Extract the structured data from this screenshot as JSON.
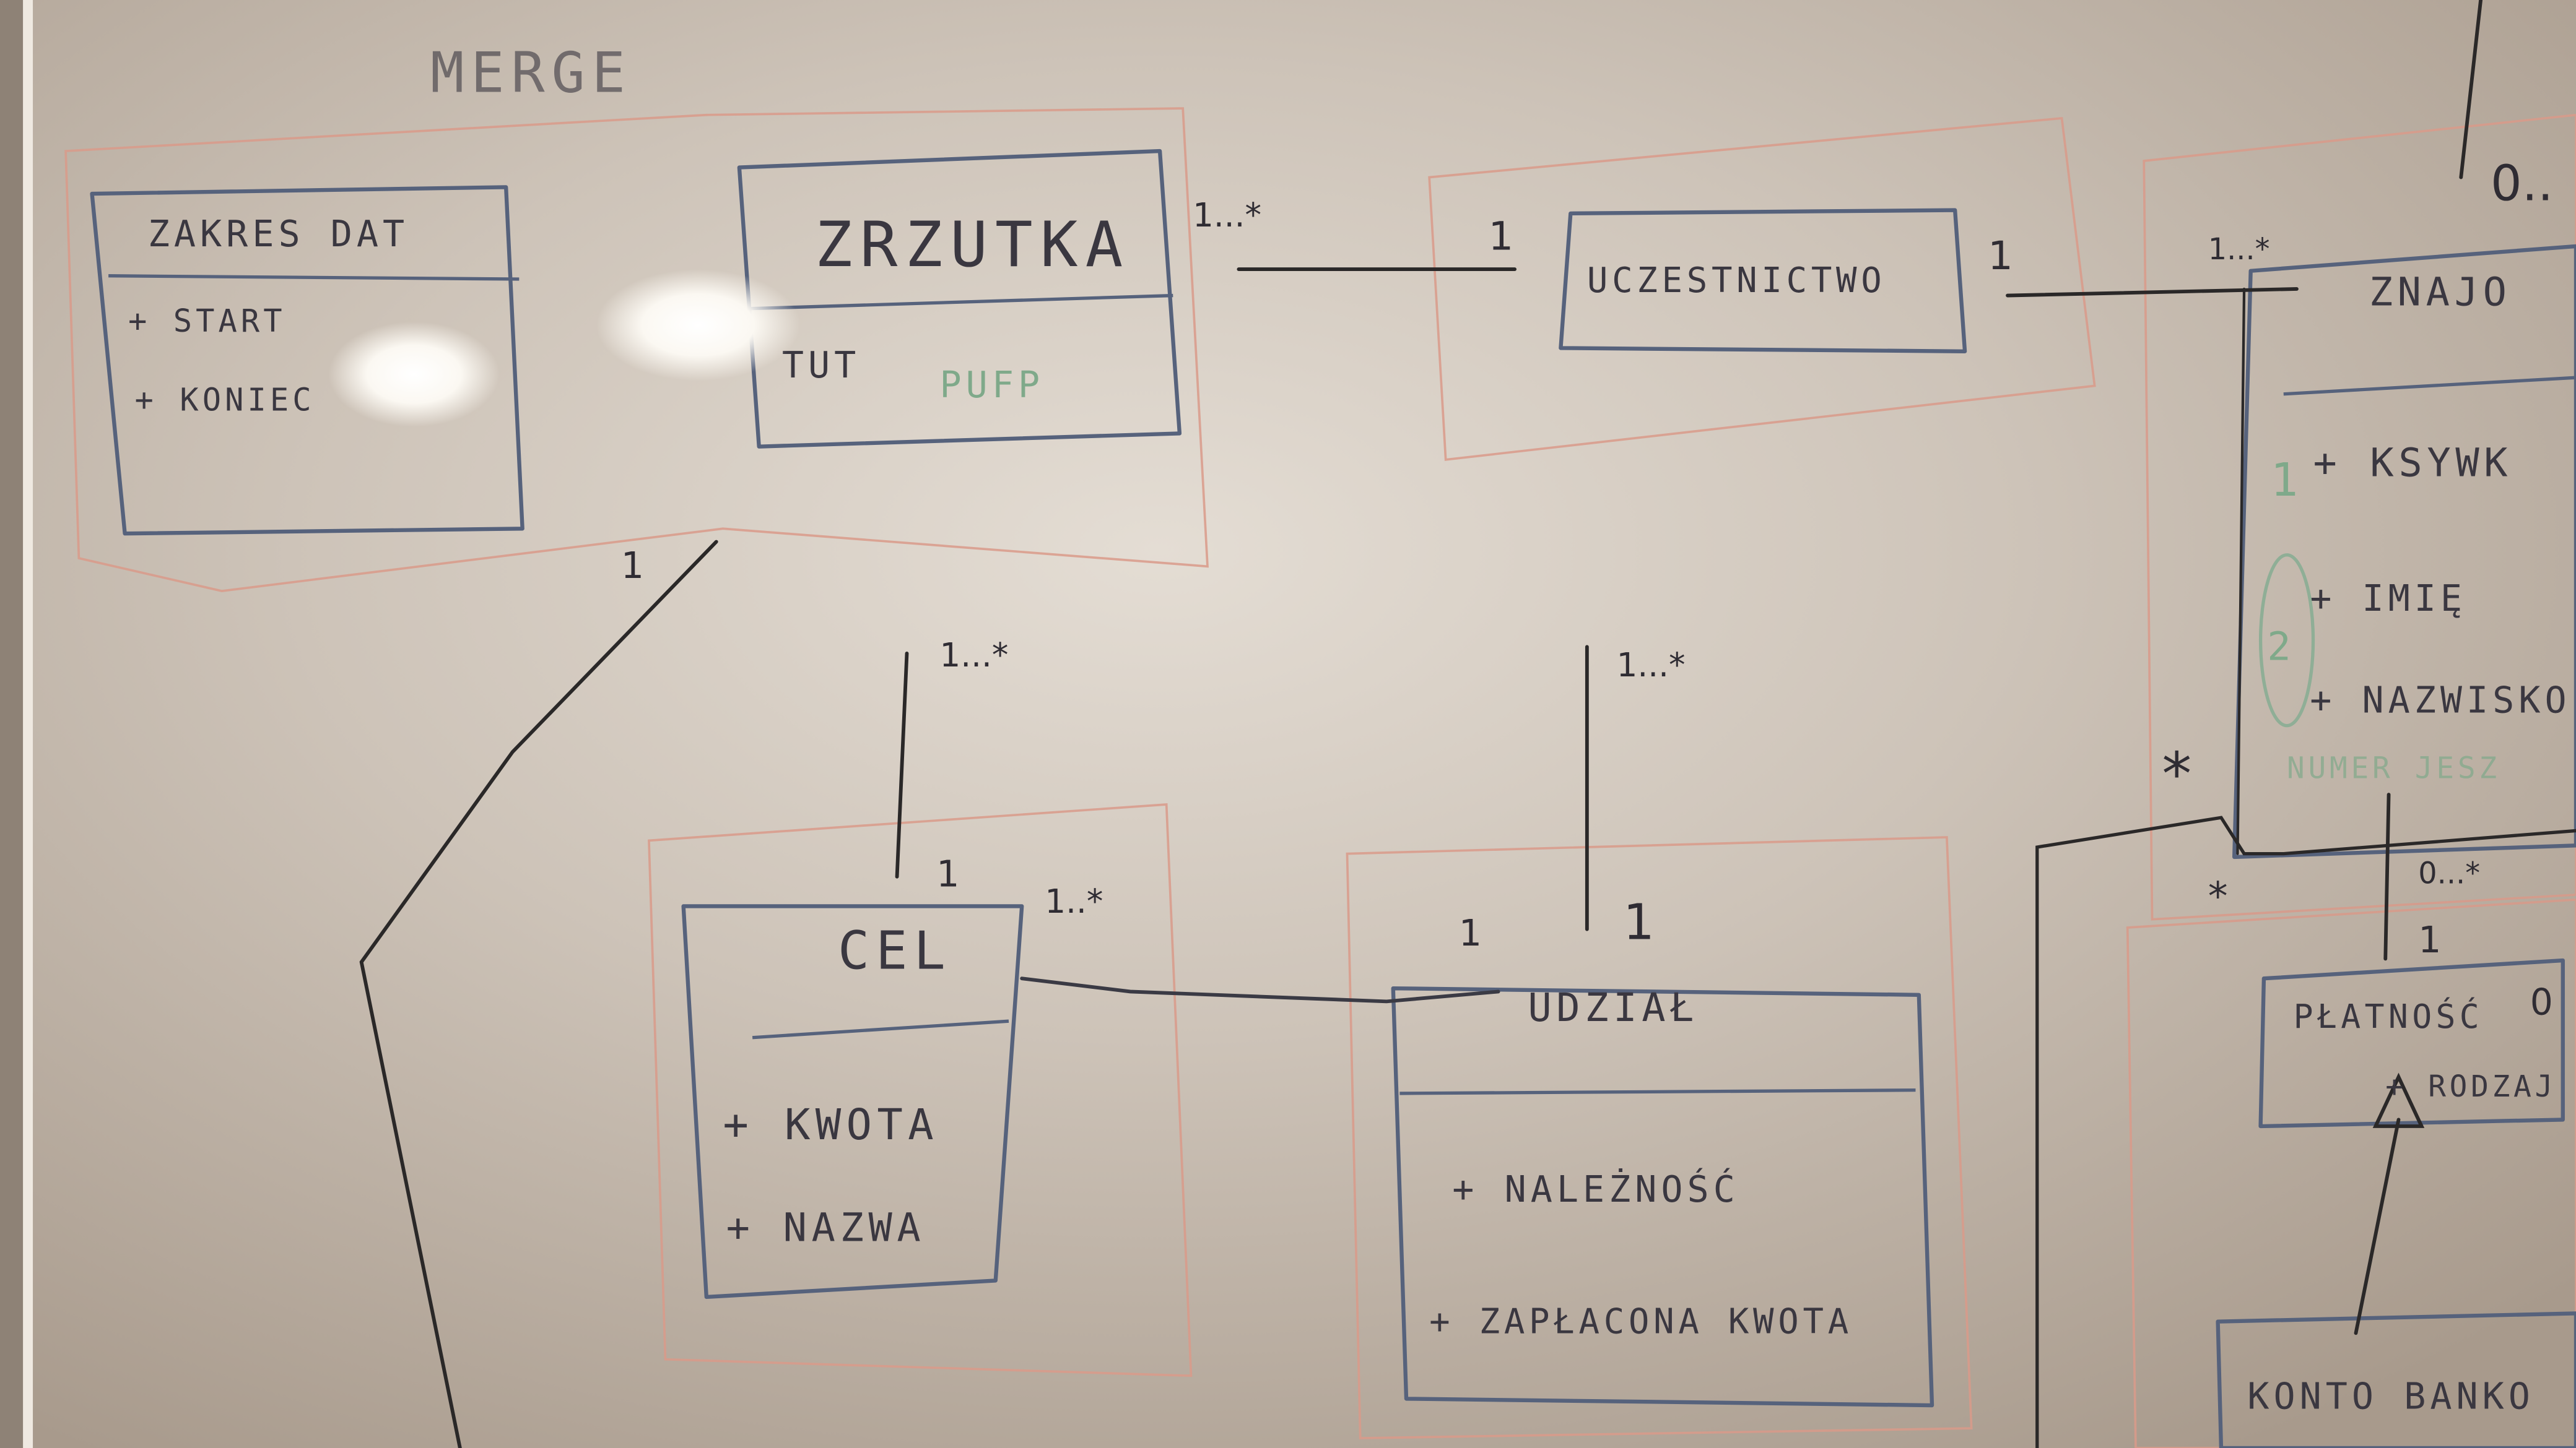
{
  "classes": {
    "zakres_dat": {
      "name": "ZAKRES DAT",
      "attributes": [
        "+ START",
        "+ KONIEC"
      ]
    },
    "zrzutka": {
      "name": "ZRZUTKA",
      "attributes": [
        "TUT"
      ],
      "extra_green": "PUFP"
    },
    "uczestnictwo": {
      "name": "UCZESTNICTWO"
    },
    "znajomy": {
      "name": "ZNAJO",
      "attributes": [
        "+ KSYWK",
        "+ IMIĘ",
        "+ NAZWISKO"
      ],
      "extra_green": "NUMER JESZ",
      "green_index_1": "1",
      "green_index_2": "2"
    },
    "cel": {
      "name": "CEL",
      "attributes": [
        "+ KWOTA",
        "+ NAZWA"
      ]
    },
    "udzial": {
      "name": "UDZIAŁ",
      "attributes": [
        "+ NALEŻNOŚĆ",
        "+ ZAPŁACONA KWOTA"
      ]
    },
    "platnosc": {
      "name": "PŁATNOŚĆ",
      "attributes": [
        "+ RODZAJ"
      ]
    },
    "konto_bankowe": {
      "name": "KONTO BANKO"
    }
  },
  "multiplicities": {
    "zrzutka_uczestnictwo_left": "1...*",
    "zrzutka_uczestnictwo_right": "1",
    "uczestnictwo_znajomy_left": "1",
    "uczestnictwo_znajomy_right": "1...*",
    "zrzutka_cel": "1...*",
    "cel_top": "1",
    "cel_udzial_left": "1..*",
    "cel_udzial_right": "1",
    "uczestnictwo_udzial_top": "1...*",
    "uczestnictwo_udzial_bottom": "1",
    "zakres_line": "1",
    "znajomy_top_right": "0..",
    "znajomy_star": "*",
    "znajomy_star_bottom": "*",
    "znajomy_platnosc_top": "0...*",
    "znajomy_platnosc_bottom": "1",
    "platnosc_right": "0"
  },
  "title_faded": "MERGE"
}
